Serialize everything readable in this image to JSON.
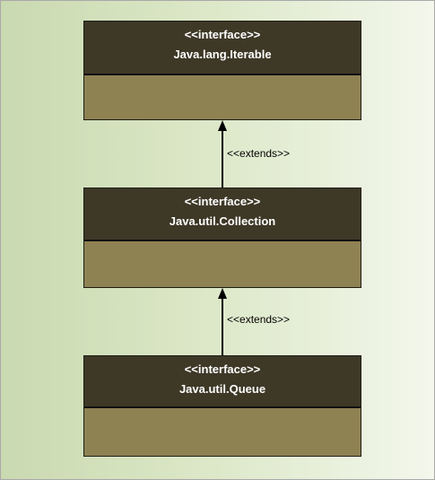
{
  "boxes": [
    {
      "stereotype": "<<interface>>",
      "name": "Java.lang.Iterable"
    },
    {
      "stereotype": "<<interface>>",
      "name": "Java.util.Collection"
    },
    {
      "stereotype": "<<interface>>",
      "name": "Java.util.Queue"
    }
  ],
  "relations": [
    {
      "label": "<<extends>>"
    },
    {
      "label": "<<extends>>"
    }
  ],
  "colors": {
    "header": "#3e3827",
    "body": "#8e8253",
    "background_left": "#c9d9b0",
    "background_right": "#f3f7ec"
  }
}
